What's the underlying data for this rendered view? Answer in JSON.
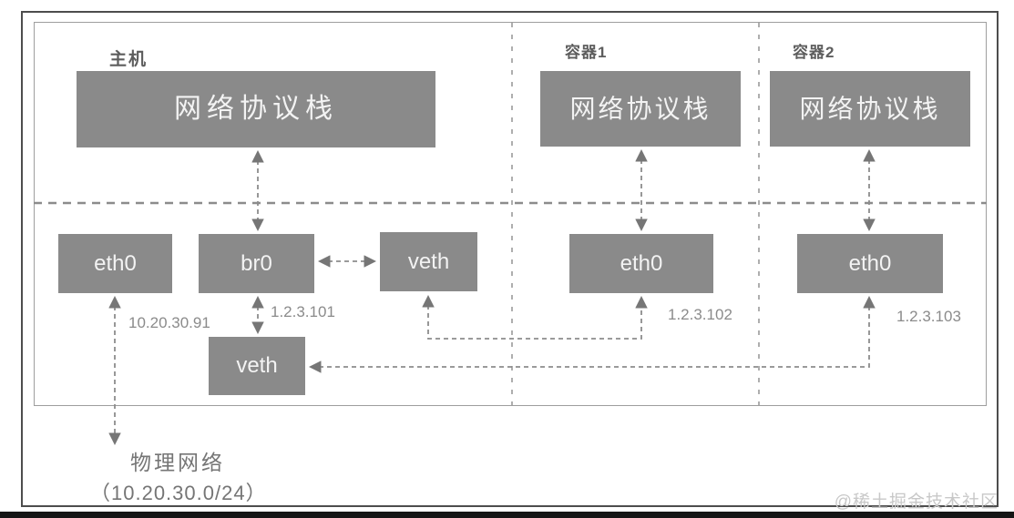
{
  "host": {
    "label": "主机",
    "stack_label": "网络协议栈",
    "eth0_label": "eth0",
    "eth0_ip": "10.20.30.91",
    "br0_label": "br0",
    "br0_ip": "1.2.3.101",
    "veth_top_label": "veth",
    "veth_bottom_label": "veth"
  },
  "container1": {
    "label": "容器1",
    "stack_label": "网络协议栈",
    "eth0_label": "eth0",
    "eth0_ip": "1.2.3.102"
  },
  "container2": {
    "label": "容器2",
    "stack_label": "网络协议栈",
    "eth0_label": "eth0",
    "eth0_ip": "1.2.3.103"
  },
  "physical_network": {
    "label": "物理网络",
    "subnet": "（10.20.30.0/24）"
  },
  "watermark": "@稀土掘金技术社区",
  "colors": {
    "node_fill": "#8a8a8a",
    "node_text": "#f3f3f3",
    "connector": "#8c8c8c",
    "arrowhead": "#767676",
    "outer_frame": "#4d4d4d",
    "inner_frame": "#9e9e9e",
    "section_label": "#5d5d5d",
    "ip_label": "#8b8b8b",
    "physical_label": "#757575",
    "watermark_text": "#c8c8c8",
    "bottom_bar": "#151515"
  }
}
